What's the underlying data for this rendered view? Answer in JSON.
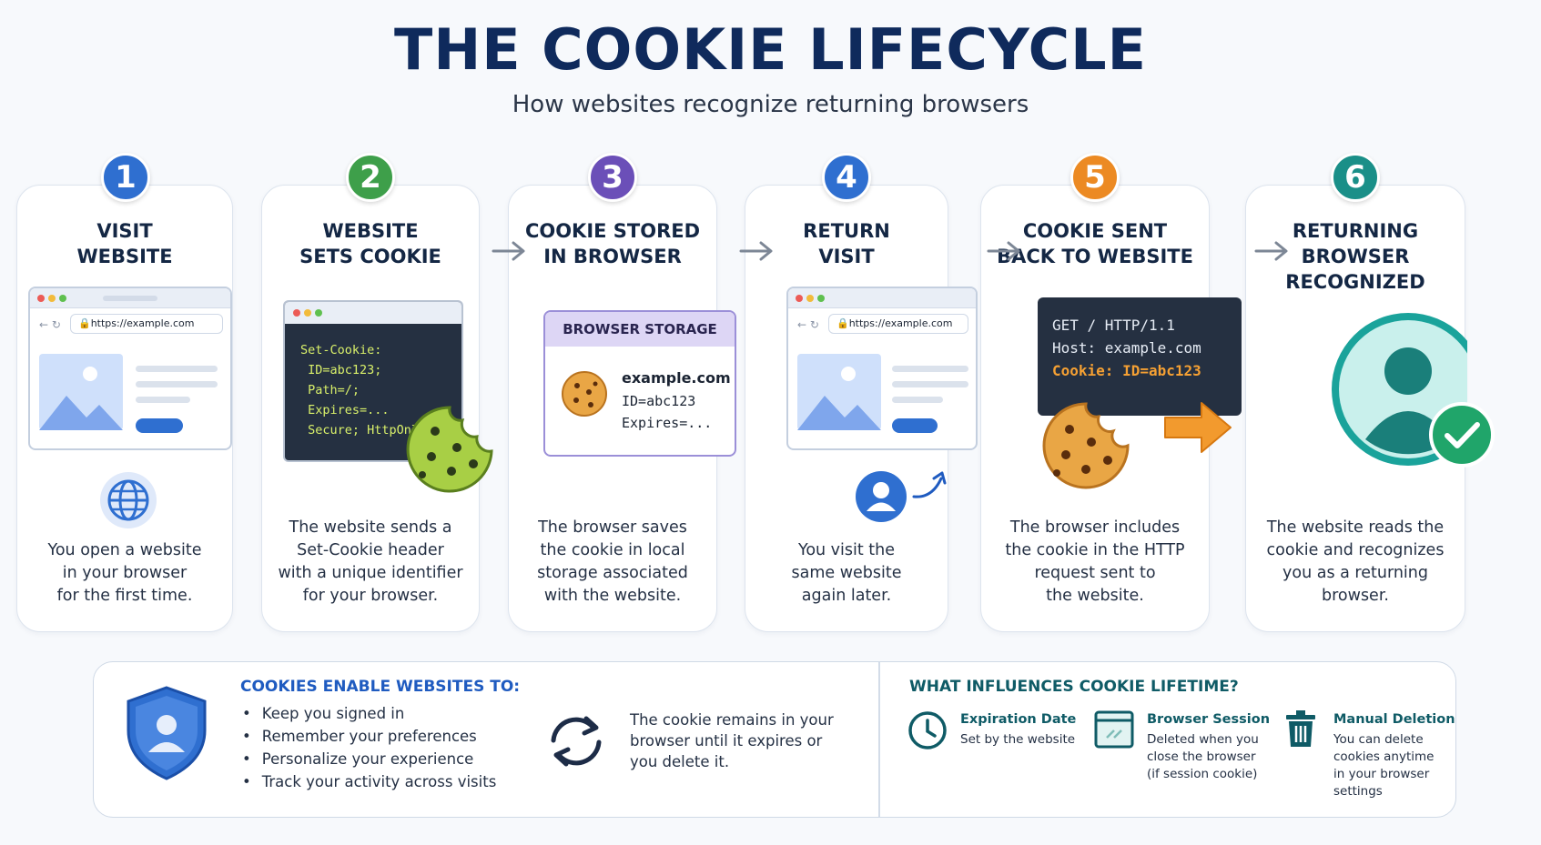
{
  "header": {
    "title": "THE COOKIE LIFECYCLE",
    "subtitle": "How websites recognize returning browsers"
  },
  "steps": [
    {
      "number": "1",
      "title": "VISIT\nWEBSITE",
      "description": "You open a website\nin your browser\nfor the first time.",
      "color": "#2f6fd0"
    },
    {
      "number": "2",
      "title": "WEBSITE\nSETS COOKIE",
      "description": "The website sends a\nSet-Cookie header\nwith a unique identifier\nfor your browser.",
      "color": "#3e9f4a"
    },
    {
      "number": "3",
      "title": "COOKIE STORED\nIN BROWSER",
      "description": "The browser saves\nthe cookie in local\nstorage associated\nwith the website.",
      "color": "#6b4fb8"
    },
    {
      "number": "4",
      "title": "RETURN\nVISIT",
      "description": "You visit the\nsame website\nagain later.",
      "color": "#2f6fd0"
    },
    {
      "number": "5",
      "title": "COOKIE SENT\nBACK TO WEBSITE",
      "description": "The browser includes\nthe cookie in the HTTP\nrequest sent to\nthe website.",
      "color": "#ec8a23"
    },
    {
      "number": "6",
      "title": "RETURNING BROWSER\nRECOGNIZED",
      "description": "The website reads the\ncookie and recognizes\nyou as a returning\nbrowser.",
      "color": "#1a8f88"
    }
  ],
  "browser_url": "https://example.com",
  "set_cookie_code": [
    "Set-Cookie:",
    " ID=abc123;",
    " Path=/;",
    " Expires=...",
    " Secure; HttpOnly"
  ],
  "storage": {
    "header": "BROWSER STORAGE",
    "domain": "example.com",
    "id": "ID=abc123",
    "expires": "Expires=..."
  },
  "http_request": {
    "line1": "GET / HTTP/1.1",
    "line2": "Host: example.com",
    "line3": "Cookie: ID=abc123"
  },
  "bottom": {
    "enable_heading": "COOKIES ENABLE WEBSITES TO:",
    "enable_items": [
      "Keep you signed in",
      "Remember your preferences",
      "Personalize your experience",
      "Track your activity across visits"
    ],
    "remains_text": "The cookie remains in your\nbrowser until it expires or\nyou delete it.",
    "lifetime_heading": "WHAT INFLUENCES COOKIE LIFETIME?",
    "influences": [
      {
        "title": "Expiration Date",
        "text": "Set by the website",
        "icon": "clock-icon"
      },
      {
        "title": "Browser Session",
        "text": "Deleted when you\nclose the browser\n(if session cookie)",
        "icon": "browser-window-icon"
      },
      {
        "title": "Manual Deletion",
        "text": "You can delete\ncookies anytime\nin your browser\nsettings",
        "icon": "trash-icon"
      }
    ]
  },
  "colors": {
    "title": "#0f2a5c",
    "accent_blue": "#2f6fd0",
    "teal": "#0f5b66",
    "cookie_orange": "#ec8a23"
  }
}
